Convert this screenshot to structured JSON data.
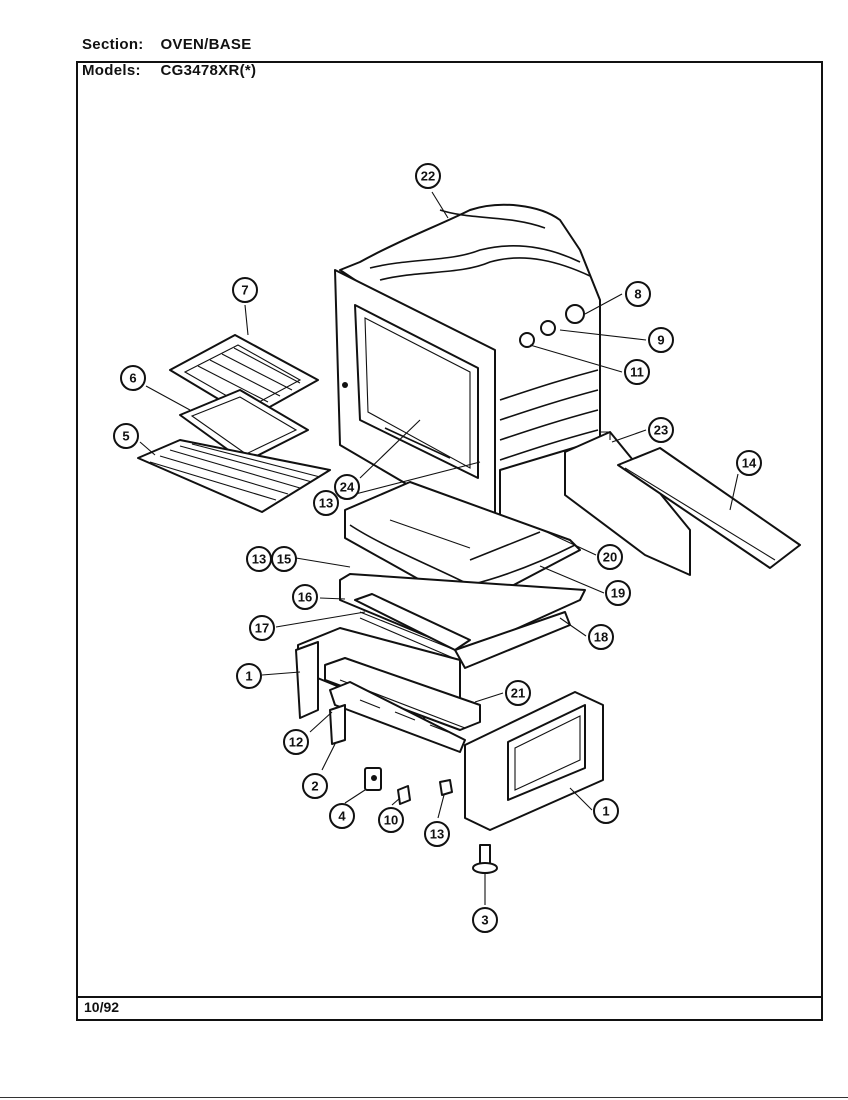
{
  "header": {
    "section_label": "Section:",
    "section_value": "OVEN/BASE",
    "models_label": "Models:",
    "models_value": "CG3478XR(*)"
  },
  "footer": {
    "date": "10/92"
  },
  "callouts": [
    "22",
    "7",
    "8",
    "9",
    "11",
    "6",
    "5",
    "23",
    "14",
    "24",
    "13",
    "20",
    "13",
    "15",
    "19",
    "16",
    "17",
    "18",
    "1",
    "21",
    "12",
    "2",
    "4",
    "10",
    "13",
    "1",
    "3"
  ]
}
